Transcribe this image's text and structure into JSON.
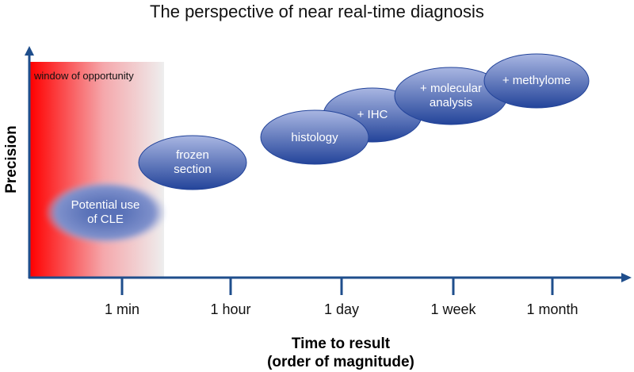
{
  "title": "The perspective of near real-time diagnosis",
  "y_axis_label": "Precision",
  "x_axis_label_line1": "Time to result",
  "x_axis_label_line2": "(order of magnitude)",
  "window_label": "window of opportunity",
  "ticks": [
    "1 min",
    "1 hour",
    "1 day",
    "1 week",
    "1 month"
  ],
  "methods": [
    {
      "line1": "Potential use",
      "line2": "of CLE"
    },
    {
      "line1": "frozen",
      "line2": "section"
    },
    {
      "line1": "histology",
      "line2": ""
    },
    {
      "line1": "+ IHC",
      "line2": ""
    },
    {
      "line1": "+ molecular",
      "line2": "analysis"
    },
    {
      "line1": "+ methylome",
      "line2": ""
    }
  ],
  "colors": {
    "axis": "#1f4e8c",
    "ellipse_top": "#a9b6e2",
    "ellipse_bottom": "#23449a",
    "window_red": "#ff0000"
  }
}
